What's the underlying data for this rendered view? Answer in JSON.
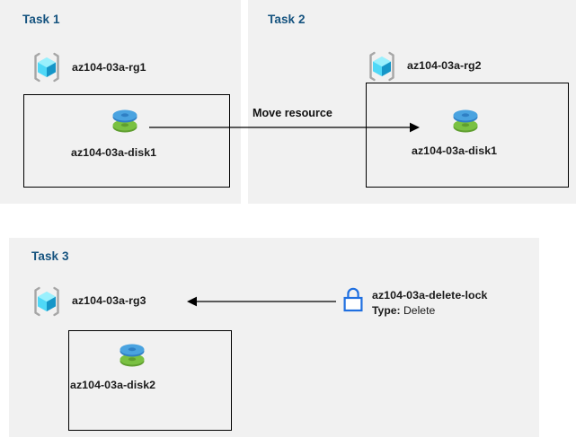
{
  "diagram": {
    "title_color": "#15537f",
    "panel_bg": "#f1f1f1",
    "page_bg": "#ffffff",
    "panels": [
      {
        "id": "task1",
        "heading": "Task 1",
        "resource_group": "az104-03a-rg1",
        "resource": "az104-03a-disk1"
      },
      {
        "id": "task2",
        "heading": "Task 2",
        "resource_group": "az104-03a-rg2",
        "resource": "az104-03a-disk1"
      },
      {
        "id": "task3",
        "heading": "Task 3",
        "resource_group": "az104-03a-rg3",
        "resource": "az104-03a-disk2",
        "lock_name": "az104-03a-delete-lock",
        "lock_type_key": "Type:",
        "lock_type_value": "Delete"
      }
    ],
    "edges": [
      {
        "id": "move-resource",
        "label": "Move resource",
        "direction": "right"
      },
      {
        "id": "lock-applies-to-rg3",
        "label": "",
        "direction": "left"
      }
    ],
    "icons": {
      "resource_group": "resource-group-cube-icon",
      "disk": "managed-disk-icon",
      "lock": "resource-lock-icon",
      "cube_light": "#7fe6fb",
      "cube_mid": "#32c8f0",
      "cube_dark": "#1696c8",
      "bracket": "#a6a6a6",
      "disk_blue_top": "#4aa3e0",
      "disk_blue_side": "#2f7fc4",
      "disk_green_top": "#7ac142",
      "disk_green_side": "#5f9e2f",
      "lock_stroke": "#1f6fe0"
    }
  }
}
